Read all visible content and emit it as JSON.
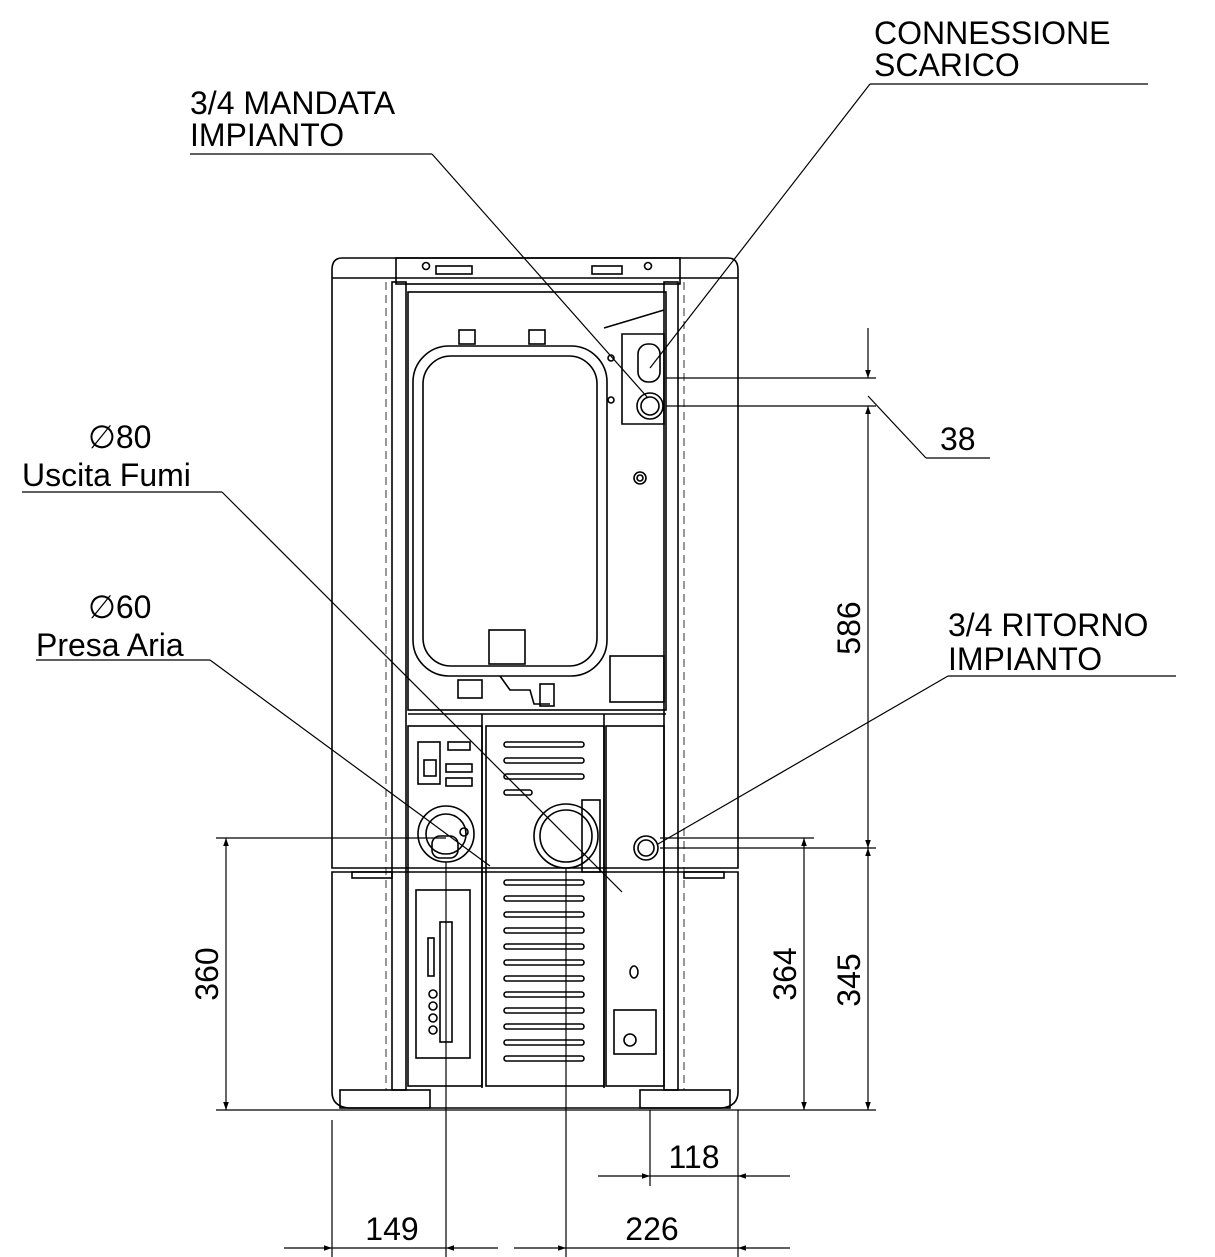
{
  "labels": {
    "connessione_scarico": [
      "CONNESSIONE",
      "SCARICO"
    ],
    "mandata_impianto": [
      "3/4 MANDATA",
      "IMPIANTO"
    ],
    "uscita_fumi": [
      "∅80",
      "Uscita Fumi"
    ],
    "presa_aria": [
      "∅60",
      "Presa Aria"
    ],
    "ritorno_impianto": [
      "3/4 RITORNO",
      "IMPIANTO"
    ]
  },
  "dimensions": {
    "d38": "38",
    "d586": "586",
    "d360": "360",
    "d364": "364",
    "d345": "345",
    "d118": "118",
    "d149": "149",
    "d226": "226"
  }
}
